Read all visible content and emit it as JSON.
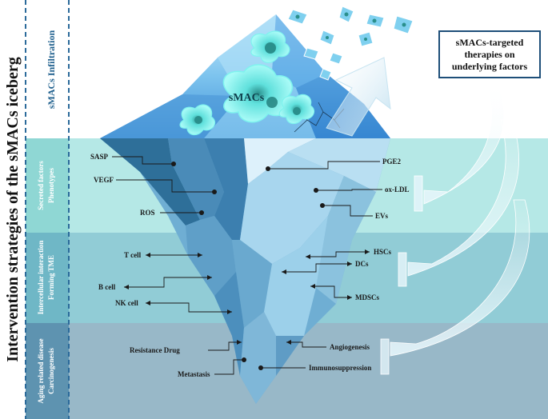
{
  "title": "Intervention strategies of the sMACs iceberg",
  "layers": {
    "top": "sMACs Infiltration",
    "secreted_line1": "Secreted factors",
    "secreted_line2": "Phenotypes",
    "tme_line1": "Intercellular interaction",
    "tme_line2": "Forming TME",
    "aging_line1": "Aging related disease",
    "aging_line2": "Carcinogenesis"
  },
  "iceberg_label": "sMACs",
  "callout": "sMACs-targeted therapies on underlying factors",
  "labels": {
    "sasp": "SASP",
    "vegf": "VEGF",
    "ros": "ROS",
    "pge2": "PGE2",
    "oxldl": "ox-LDL",
    "evs": "EVs",
    "tcell": "T cell",
    "bcell": "B cell",
    "nkcell": "NK cell",
    "hscs": "HSCs",
    "dcs": "DCs",
    "mdscs": "MDSCs",
    "resistance": "Resistance Drug",
    "metastasis": "Metastasis",
    "angiogenesis": "Angiogenesis",
    "immunosuppression": "Immunosuppression"
  },
  "colors": {
    "band_secreted": "#b5e8e6",
    "band_tme": "#91ccd6",
    "band_aging": "#98b8c8",
    "left_panel_dark": "#5e93b0",
    "callout_border": "#1e4f79"
  }
}
